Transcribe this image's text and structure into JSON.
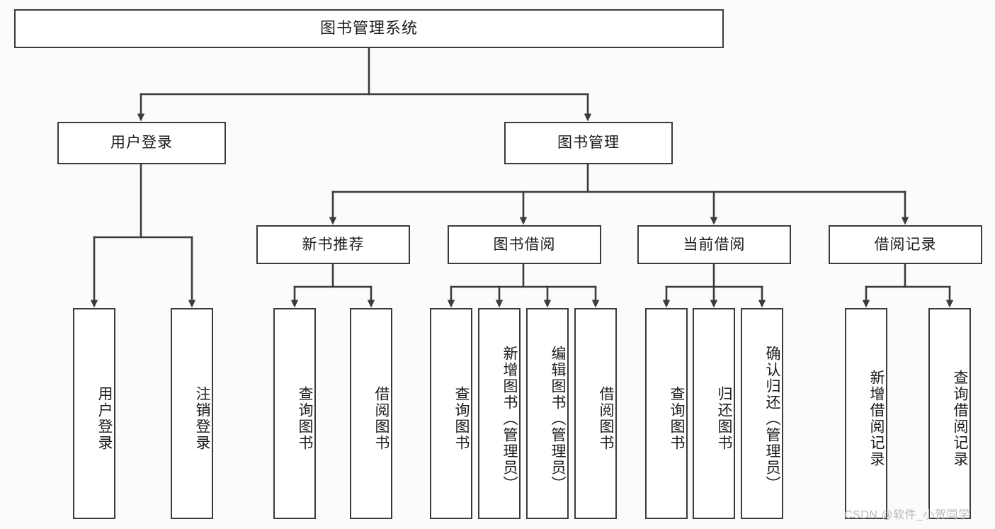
{
  "diagram": {
    "title": "图书管理系统",
    "type": "tree",
    "watermark": "CSDN @软件_小贺同学",
    "colors": {
      "stroke": "#3b3b3b",
      "node_fill": "#ffffff",
      "background": "#fbfbfb",
      "text": "#1b1b1b",
      "watermark": "#b9b9b9"
    },
    "nodes": {
      "root": {
        "label": "图书管理系统"
      },
      "level2": [
        {
          "id": "user-login",
          "label": "用户登录"
        },
        {
          "id": "book-manage",
          "label": "图书管理"
        }
      ],
      "level3": [
        {
          "id": "new-book-rec",
          "label": "新书推荐"
        },
        {
          "id": "book-borrow",
          "label": "图书借阅"
        },
        {
          "id": "current-borrow",
          "label": "当前借阅"
        },
        {
          "id": "borrow-record",
          "label": "借阅记录"
        }
      ],
      "leaves": {
        "user-login": [
          {
            "id": "leaf-user-login",
            "label": "用户登录"
          },
          {
            "id": "leaf-user-logout",
            "label": "注销登录"
          }
        ],
        "new-book-rec": [
          {
            "id": "leaf-query-book-1",
            "label": "查询图书"
          },
          {
            "id": "leaf-borrow-book-1",
            "label": "借阅图书"
          }
        ],
        "book-borrow": [
          {
            "id": "leaf-query-book-2",
            "label": "查询图书"
          },
          {
            "id": "leaf-add-book",
            "label": "新增图书（管理员）"
          },
          {
            "id": "leaf-edit-book",
            "label": "编辑图书（管理员）"
          },
          {
            "id": "leaf-borrow-book-2",
            "label": "借阅图书"
          }
        ],
        "current-borrow": [
          {
            "id": "leaf-query-book-3",
            "label": "查询图书"
          },
          {
            "id": "leaf-return-book",
            "label": "归还图书"
          },
          {
            "id": "leaf-confirm-return",
            "label": "确认归还（管理员）"
          }
        ],
        "borrow-record": [
          {
            "id": "leaf-add-record",
            "label": "新增借阅记录"
          },
          {
            "id": "leaf-query-record",
            "label": "查询借阅记录"
          }
        ]
      }
    }
  }
}
